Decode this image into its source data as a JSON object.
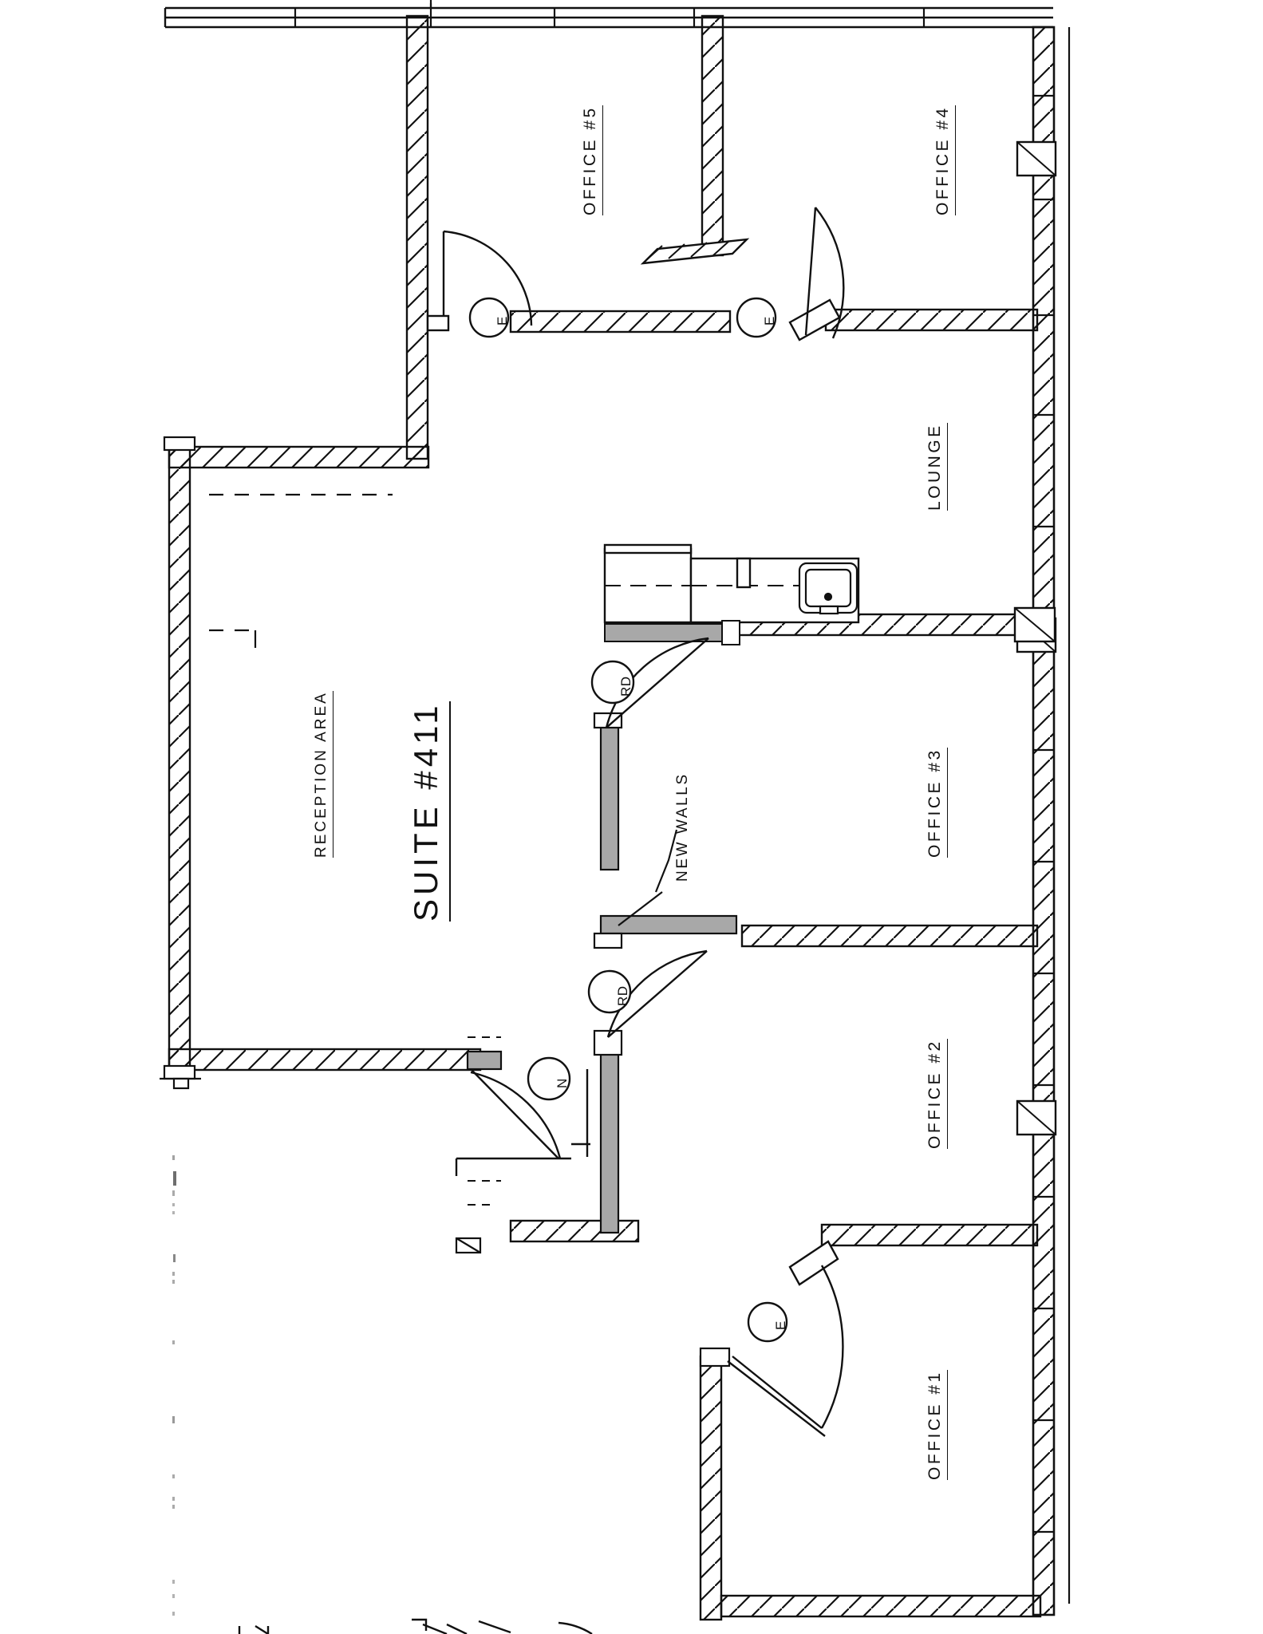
{
  "drawing": {
    "type": "architectural-floor-plan",
    "orientation": "labels rotated 90 degrees counter-clockwise",
    "suite_title": "SUITE #411",
    "background_color": "#ffffff",
    "line_color": "#111111",
    "new_wall_fill": "#a8a8a8"
  },
  "rooms": [
    {
      "id": "office5",
      "label": "OFFICE #5"
    },
    {
      "id": "office4",
      "label": "OFFICE #4"
    },
    {
      "id": "office3",
      "label": "OFFICE #3"
    },
    {
      "id": "office2",
      "label": "OFFICE #2"
    },
    {
      "id": "office1",
      "label": "OFFICE #1"
    },
    {
      "id": "lounge",
      "label": "LOUNGE"
    },
    {
      "id": "reception",
      "label": "RECEPTION AREA"
    }
  ],
  "annotations": [
    {
      "id": "new-walls-note",
      "label": "NEW WALLS"
    }
  ],
  "door_markers": [
    {
      "id": "door-e-office5",
      "label": "E"
    },
    {
      "id": "door-e-office4",
      "label": "E"
    },
    {
      "id": "door-rd-lounge",
      "label": "RD"
    },
    {
      "id": "door-rd-office3",
      "label": "RD"
    },
    {
      "id": "door-n-reception",
      "label": "N"
    },
    {
      "id": "door-e-office1",
      "label": "E"
    }
  ],
  "fixtures": [
    {
      "id": "kitchenette-counter",
      "label": "counter"
    },
    {
      "id": "kitchen-sink",
      "label": "sink"
    }
  ]
}
